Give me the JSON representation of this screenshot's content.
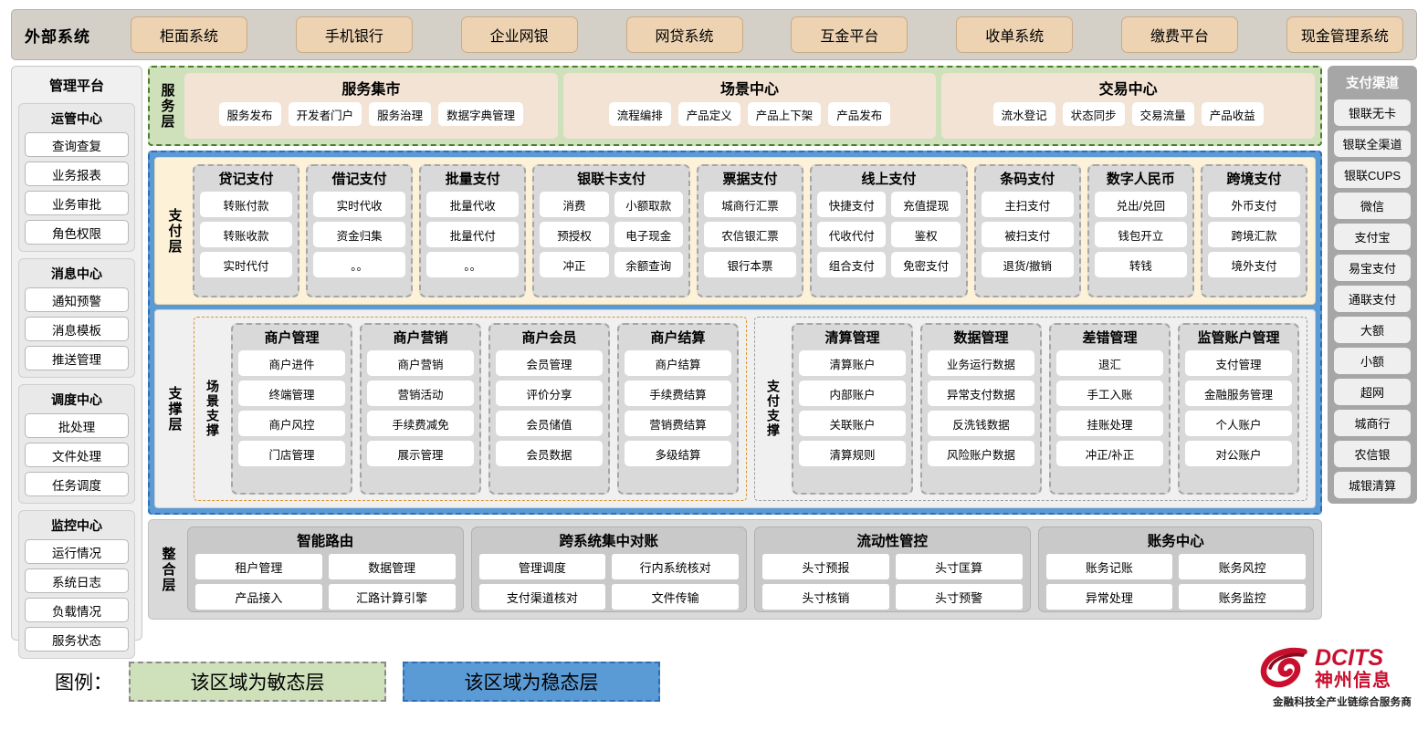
{
  "external": {
    "title": "外部系统",
    "items": [
      "柜面系统",
      "手机银行",
      "企业网银",
      "网贷系统",
      "互金平台",
      "收单系统",
      "缴费平台",
      "现金管理系统"
    ]
  },
  "management": {
    "title": "管理平台",
    "groups": [
      {
        "title": "运管中心",
        "items": [
          "查询查复",
          "业务报表",
          "业务审批",
          "角色权限"
        ]
      },
      {
        "title": "消息中心",
        "items": [
          "通知预警",
          "消息模板",
          "推送管理"
        ]
      },
      {
        "title": "调度中心",
        "items": [
          "批处理",
          "文件处理",
          "任务调度"
        ]
      },
      {
        "title": "监控中心",
        "items": [
          "运行情况",
          "系统日志",
          "负载情况",
          "服务状态"
        ]
      }
    ]
  },
  "service_layer": {
    "label": "服务层",
    "cards": [
      {
        "title": "服务集市",
        "items": [
          "服务发布",
          "开发者门户",
          "服务治理",
          "数据字典管理"
        ]
      },
      {
        "title": "场景中心",
        "items": [
          "流程编排",
          "产品定义",
          "产品上下架",
          "产品发布"
        ]
      },
      {
        "title": "交易中心",
        "items": [
          "流水登记",
          "状态同步",
          "交易流量",
          "产品收益"
        ]
      }
    ]
  },
  "payment_layer": {
    "label": "支付层",
    "groups": [
      {
        "title": "贷记支付",
        "cols": 1,
        "items": [
          "转账付款",
          "转账收款",
          "实时代付"
        ]
      },
      {
        "title": "借记支付",
        "cols": 1,
        "items": [
          "实时代收",
          "资金归集",
          "。。"
        ]
      },
      {
        "title": "批量支付",
        "cols": 1,
        "items": [
          "批量代收",
          "批量代付",
          "。。"
        ]
      },
      {
        "title": "银联卡支付",
        "cols": 2,
        "items": [
          "消费",
          "小额取款",
          "预授权",
          "电子现金",
          "冲正",
          "余额查询"
        ]
      },
      {
        "title": "票据支付",
        "cols": 1,
        "items": [
          "城商行汇票",
          "农信银汇票",
          "银行本票"
        ]
      },
      {
        "title": "线上支付",
        "cols": 2,
        "items": [
          "快捷支付",
          "充值提现",
          "代收代付",
          "鉴权",
          "组合支付",
          "免密支付"
        ]
      },
      {
        "title": "条码支付",
        "cols": 1,
        "items": [
          "主扫支付",
          "被扫支付",
          "退货/撤销"
        ]
      },
      {
        "title": "数字人民币",
        "cols": 1,
        "items": [
          "兑出/兑回",
          "钱包开立",
          "转钱"
        ]
      },
      {
        "title": "跨境支付",
        "cols": 1,
        "items": [
          "外币支付",
          "跨境汇款",
          "境外支付"
        ]
      }
    ]
  },
  "support_layer": {
    "label": "支撑层",
    "scene": {
      "label": "场景支撑",
      "groups": [
        {
          "title": "商户管理",
          "items": [
            "商户进件",
            "终端管理",
            "商户风控",
            "门店管理"
          ]
        },
        {
          "title": "商户营销",
          "items": [
            "商户营销",
            "营销活动",
            "手续费减免",
            "展示管理"
          ]
        },
        {
          "title": "商户会员",
          "items": [
            "会员管理",
            "评价分享",
            "会员储值",
            "会员数据"
          ]
        },
        {
          "title": "商户结算",
          "items": [
            "商户结算",
            "手续费结算",
            "营销费结算",
            "多级结算"
          ]
        }
      ]
    },
    "paysupport": {
      "label": "支付支撑",
      "groups": [
        {
          "title": "清算管理",
          "items": [
            "清算账户",
            "内部账户",
            "关联账户",
            "清算规则"
          ]
        },
        {
          "title": "数据管理",
          "items": [
            "业务运行数据",
            "异常支付数据",
            "反洗钱数据",
            "风险账户数据"
          ]
        },
        {
          "title": "差错管理",
          "items": [
            "退汇",
            "手工入账",
            "挂账处理",
            "冲正/补正"
          ]
        },
        {
          "title": "监管账户管理",
          "items": [
            "支付管理",
            "金融服务管理",
            "个人账户",
            "对公账户"
          ]
        }
      ]
    }
  },
  "integration_layer": {
    "label": "整合层",
    "cards": [
      {
        "title": "智能路由",
        "items": [
          "租户管理",
          "数据管理",
          "产品接入",
          "汇路计算引擎"
        ]
      },
      {
        "title": "跨系统集中对账",
        "items": [
          "管理调度",
          "行内系统核对",
          "支付渠道核对",
          "文件传输"
        ]
      },
      {
        "title": "流动性管控",
        "items": [
          "头寸预报",
          "头寸匡算",
          "头寸核销",
          "头寸预警"
        ]
      },
      {
        "title": "账务中心",
        "items": [
          "账务记账",
          "账务风控",
          "异常处理",
          "账务监控"
        ]
      }
    ]
  },
  "channels": {
    "title": "支付渠道",
    "items": [
      "银联无卡",
      "银联全渠道",
      "银联CUPS",
      "微信",
      "支付宝",
      "易宝支付",
      "通联支付",
      "大额",
      "小额",
      "超网",
      "城商行",
      "农信银",
      "城银清算"
    ]
  },
  "legend": {
    "label": "图例：",
    "agile": "该区域为敏态层",
    "stable": "该区域为稳态层",
    "agile_color": "#cfe1bb",
    "stable_color": "#5b9bd5"
  },
  "logo": {
    "en": "DCITS",
    "cn": "神州信息",
    "tagline": "金融科技全产业链综合服务商",
    "color": "#c8102e"
  }
}
